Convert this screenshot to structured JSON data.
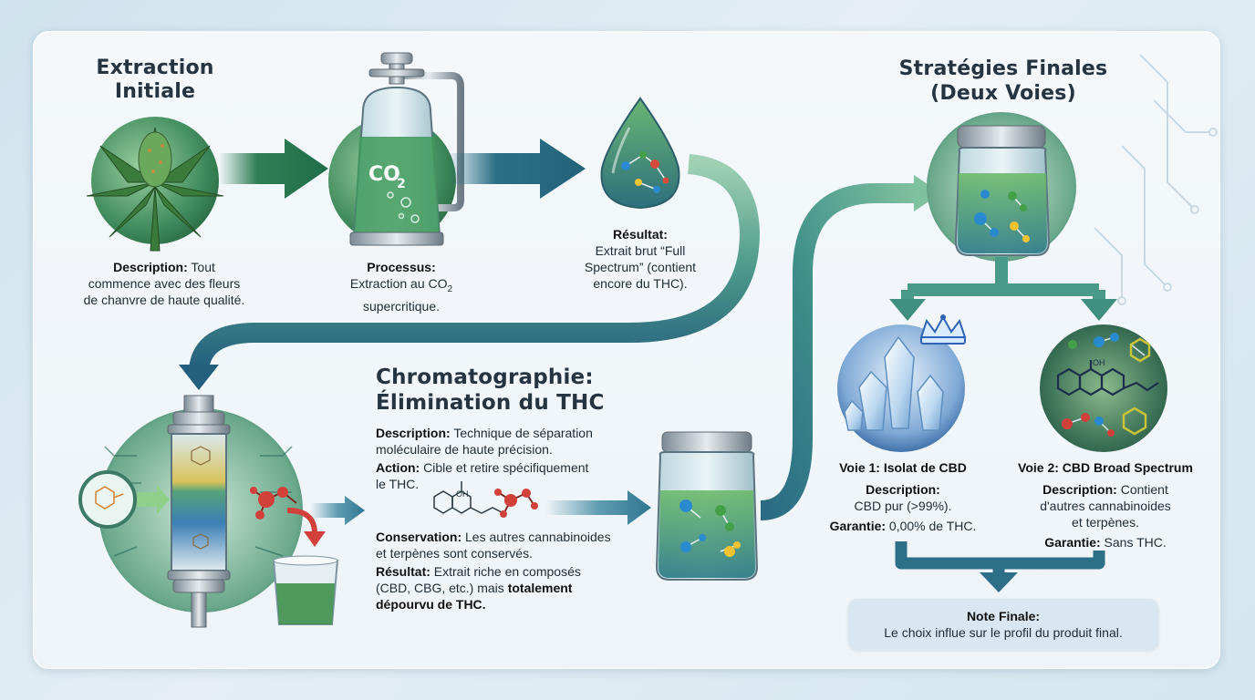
{
  "stages": {
    "extraction": {
      "title_line1": "Extraction",
      "title_line2": "Initiale",
      "desc_label": "Description:",
      "desc_line1_rest": " Tout",
      "desc_line2": "commence avec des fleurs",
      "desc_line3": "de chanvre de haute qualité."
    },
    "process": {
      "label": "Processus:",
      "line1": "Extraction au CO",
      "line1_sub": "2",
      "line2": "supercritique.",
      "tank_text": "CO",
      "tank_sub": "2"
    },
    "result": {
      "label": "Résultat:",
      "line1": "Extrait brut “Full",
      "line2": "Spectrum” (contient",
      "line3": "encore du THC)."
    },
    "chromatography": {
      "title_line1": "Chromatographie:",
      "title_line2": "Élimination du THC",
      "desc_label": "Description:",
      "desc_line1_rest": " Technique de séparation",
      "desc_line2": "moléculaire de haute précision.",
      "action_label": "Action:",
      "action_line1_rest": " Cible et retire spécifiquement",
      "action_line2": "le THC.",
      "conservation_label": "Conservation:",
      "conservation_line1_rest": " Les autres cannabinoides",
      "conservation_line2": "et terpènes sont conservés.",
      "result_label": "Résultat:",
      "result_line1_rest": " Extrait riche en composés",
      "result_line2_rest": "(CBD, CBG, etc.) mais ",
      "result_line2_bold": "totalement",
      "result_line3_bold": "dépourvu de THC.",
      "molecule_oh": "OH"
    },
    "final": {
      "title_line1": "Stratégies Finales",
      "title_line2": "(Deux Voies)",
      "voie1": {
        "title": "Voie 1: Isolat de CBD",
        "desc_label": "Description:",
        "desc_line": "CBD pur (>99%).",
        "guarantee_label": "Garantie:",
        "guarantee_rest": " 0,00% de THC."
      },
      "voie2": {
        "title": "Voie 2: CBD Broad Spectrum",
        "desc_label": "Description:",
        "desc_line1_rest": " Contient",
        "desc_line2": "d'autres cannabinoides",
        "desc_line3": "et terpènes.",
        "guarantee_label": "Garantie:",
        "guarantee_rest": " Sans THC.",
        "molecule_oh": "OH"
      }
    },
    "note": {
      "title": "Note Finale:",
      "text": "Le choix influe sur le profil du produit final."
    }
  },
  "colors": {
    "green_dark": "#1f6e4a",
    "green_mid": "#4e9a6a",
    "teal": "#2c6f86",
    "navy": "#1f5f86",
    "red": "#d2403a"
  }
}
